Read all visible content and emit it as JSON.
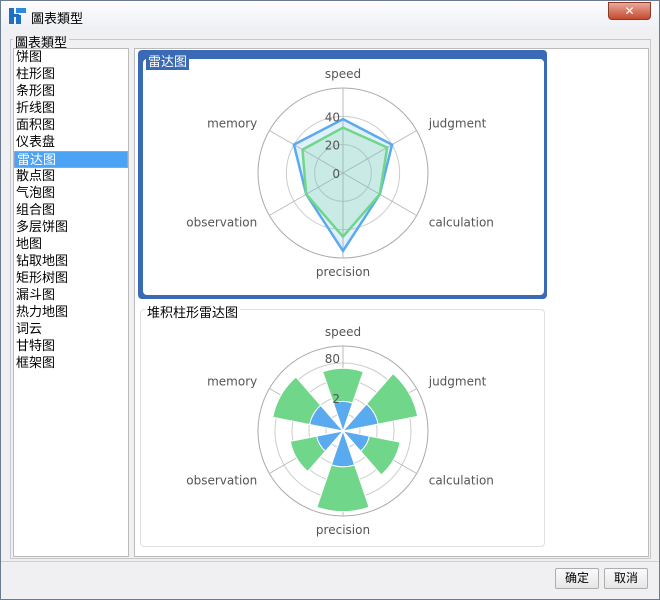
{
  "window": {
    "title": "圖表類型",
    "close_label": "✕"
  },
  "group_label": "圖表類型",
  "chart_types": [
    "饼图",
    "柱形图",
    "条形图",
    "折线图",
    "面积图",
    "仪表盘",
    "雷达图",
    "散点图",
    "气泡图",
    "组合图",
    "多层饼图",
    "地图",
    "钻取地图",
    "矩形树图",
    "漏斗图",
    "热力地图",
    "词云",
    "甘特图",
    "框架图"
  ],
  "selected_index": 6,
  "buttons": {
    "ok": "确定",
    "cancel": "取消"
  },
  "colors": {
    "blue": "#5aaaf0",
    "green": "#6fd68a",
    "accent": "#3a6ab5"
  },
  "chart_data": [
    {
      "type": "radar",
      "title": "雷达图",
      "axes": [
        "speed",
        "judgment",
        "calculation",
        "precision",
        "observation",
        "memory"
      ],
      "ticks": [
        "0",
        "20",
        "40"
      ],
      "max": 60,
      "series": [
        {
          "name": "blue",
          "values": [
            38,
            40,
            30,
            55,
            30,
            40
          ]
        },
        {
          "name": "green",
          "values": [
            32,
            36,
            30,
            45,
            30,
            33
          ]
        }
      ]
    },
    {
      "type": "stacked-polar-bar",
      "title": "堆积柱形雷达图",
      "axes": [
        "speed",
        "judgment",
        "calculation",
        "precision",
        "observation",
        "memory"
      ],
      "ticks": [
        "2",
        "80"
      ],
      "max": 95,
      "series": [
        {
          "name": "blue",
          "values": [
            33,
            40,
            30,
            40,
            30,
            38
          ]
        },
        {
          "name": "green",
          "values": [
            37,
            45,
            35,
            50,
            30,
            42
          ]
        }
      ]
    }
  ]
}
